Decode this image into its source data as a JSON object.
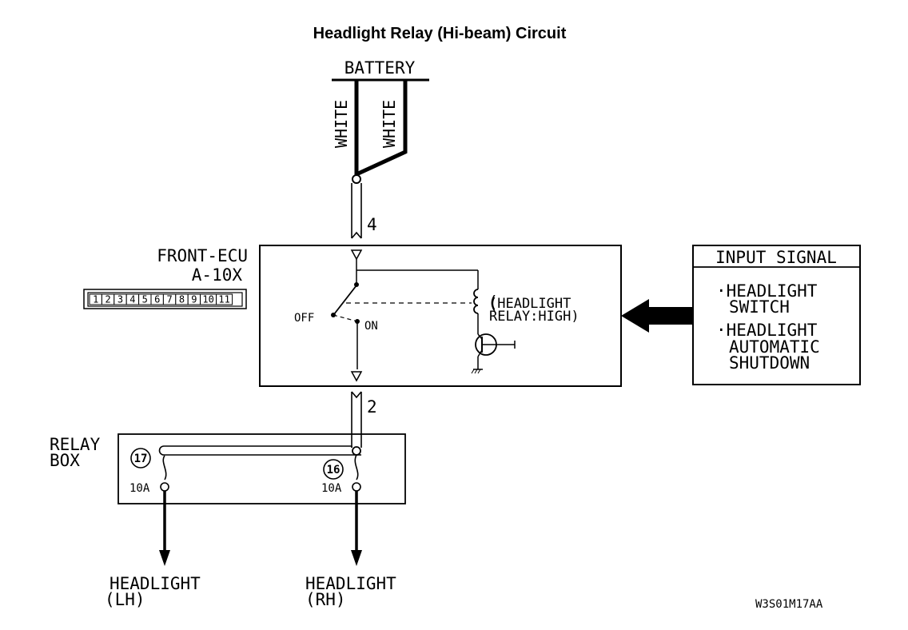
{
  "title": "Headlight Relay (Hi-beam) Circuit",
  "battery": {
    "label": "BATTERY",
    "wire_left": "WHITE",
    "wire_right": "WHITE"
  },
  "pins": {
    "top": "4",
    "bottom": "2"
  },
  "ecu": {
    "name": "FRONT-ECU",
    "connector": "A-10X",
    "connector_pins": [
      "1",
      "2",
      "3",
      "4",
      "5",
      "6",
      "7",
      "8",
      "9",
      "10",
      "11"
    ],
    "switch_off": "OFF",
    "switch_on": "ON",
    "relay_label_line1": "(HEADLIGHT",
    "relay_label_line2": "RELAY:HIGH)"
  },
  "input_signal": {
    "header": "INPUT SIGNAL",
    "item1_line1": "·HEADLIGHT",
    "item1_line2": "SWITCH",
    "item2_line1": "·HEADLIGHT",
    "item2_line2": "AUTOMATIC",
    "item2_line3": "SHUTDOWN"
  },
  "relay_box": {
    "label_line1": "RELAY",
    "label_line2": "BOX",
    "fuse_left_number": "17",
    "fuse_left_rating": "10A",
    "fuse_right_number": "16",
    "fuse_right_rating": "10A"
  },
  "outputs": {
    "left_line1": "HEADLIGHT",
    "left_line2": "(LH)",
    "right_line1": "HEADLIGHT",
    "right_line2": "(RH)"
  },
  "figure_code": "W3S01M17AA"
}
